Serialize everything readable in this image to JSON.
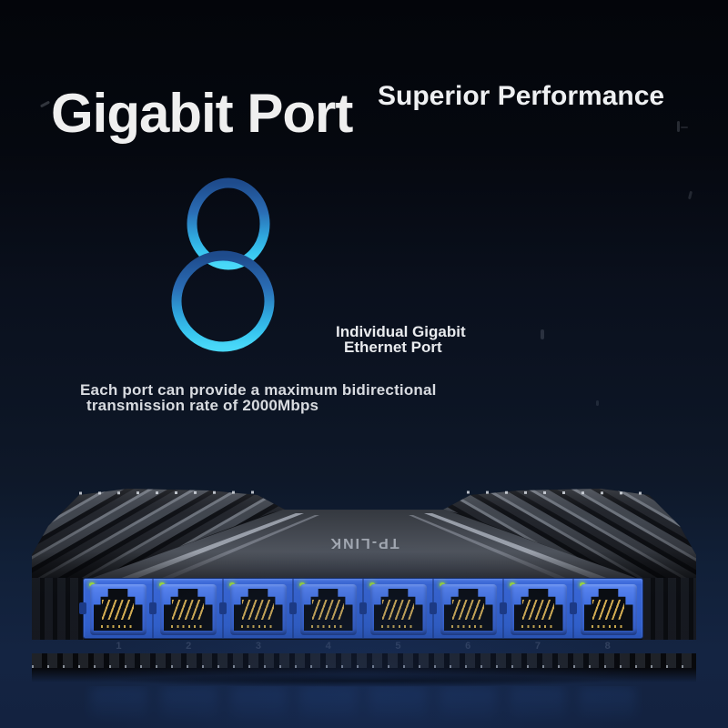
{
  "hero": {
    "title": "Gigabit Port",
    "subtitle": "Superior Performance",
    "big_number": "8",
    "caption_line1": "Individual Gigabit",
    "caption_line2": "Ethernet Port",
    "description_line1": "Each port can provide a maximum bidirectional",
    "description_line2": "transmission rate of 2000Mbps",
    "number_gradient": [
      "#1e4b8c",
      "#2a6cb4",
      "#2fa6dd",
      "#49d8f8"
    ]
  },
  "switch": {
    "brand": "TP-LINK",
    "port_count": 8,
    "panel_color": "#3160cc",
    "led_color": "#98d43e",
    "ports": [
      {
        "number": "1"
      },
      {
        "number": "2"
      },
      {
        "number": "3"
      },
      {
        "number": "4"
      },
      {
        "number": "5"
      },
      {
        "number": "6"
      },
      {
        "number": "7"
      },
      {
        "number": "8"
      }
    ]
  }
}
